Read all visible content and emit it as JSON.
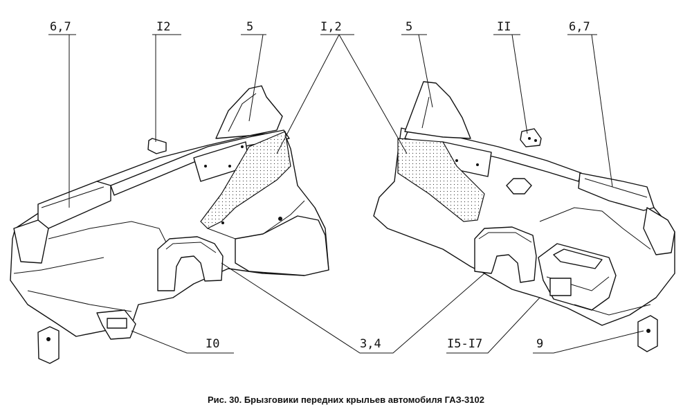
{
  "callouts": {
    "c67_left": "6,7",
    "c12": "I2",
    "c5_left": "5",
    "c12_pair": "I,2",
    "c5_right": "5",
    "c11": "II",
    "c67_right": "6,7",
    "c10": "I0",
    "c34": "3,4",
    "c1517": "I5-I7",
    "c9": "9"
  },
  "caption": "Рис. 30. Брызговики передних крыльев автомобиля ГАЗ-3102"
}
